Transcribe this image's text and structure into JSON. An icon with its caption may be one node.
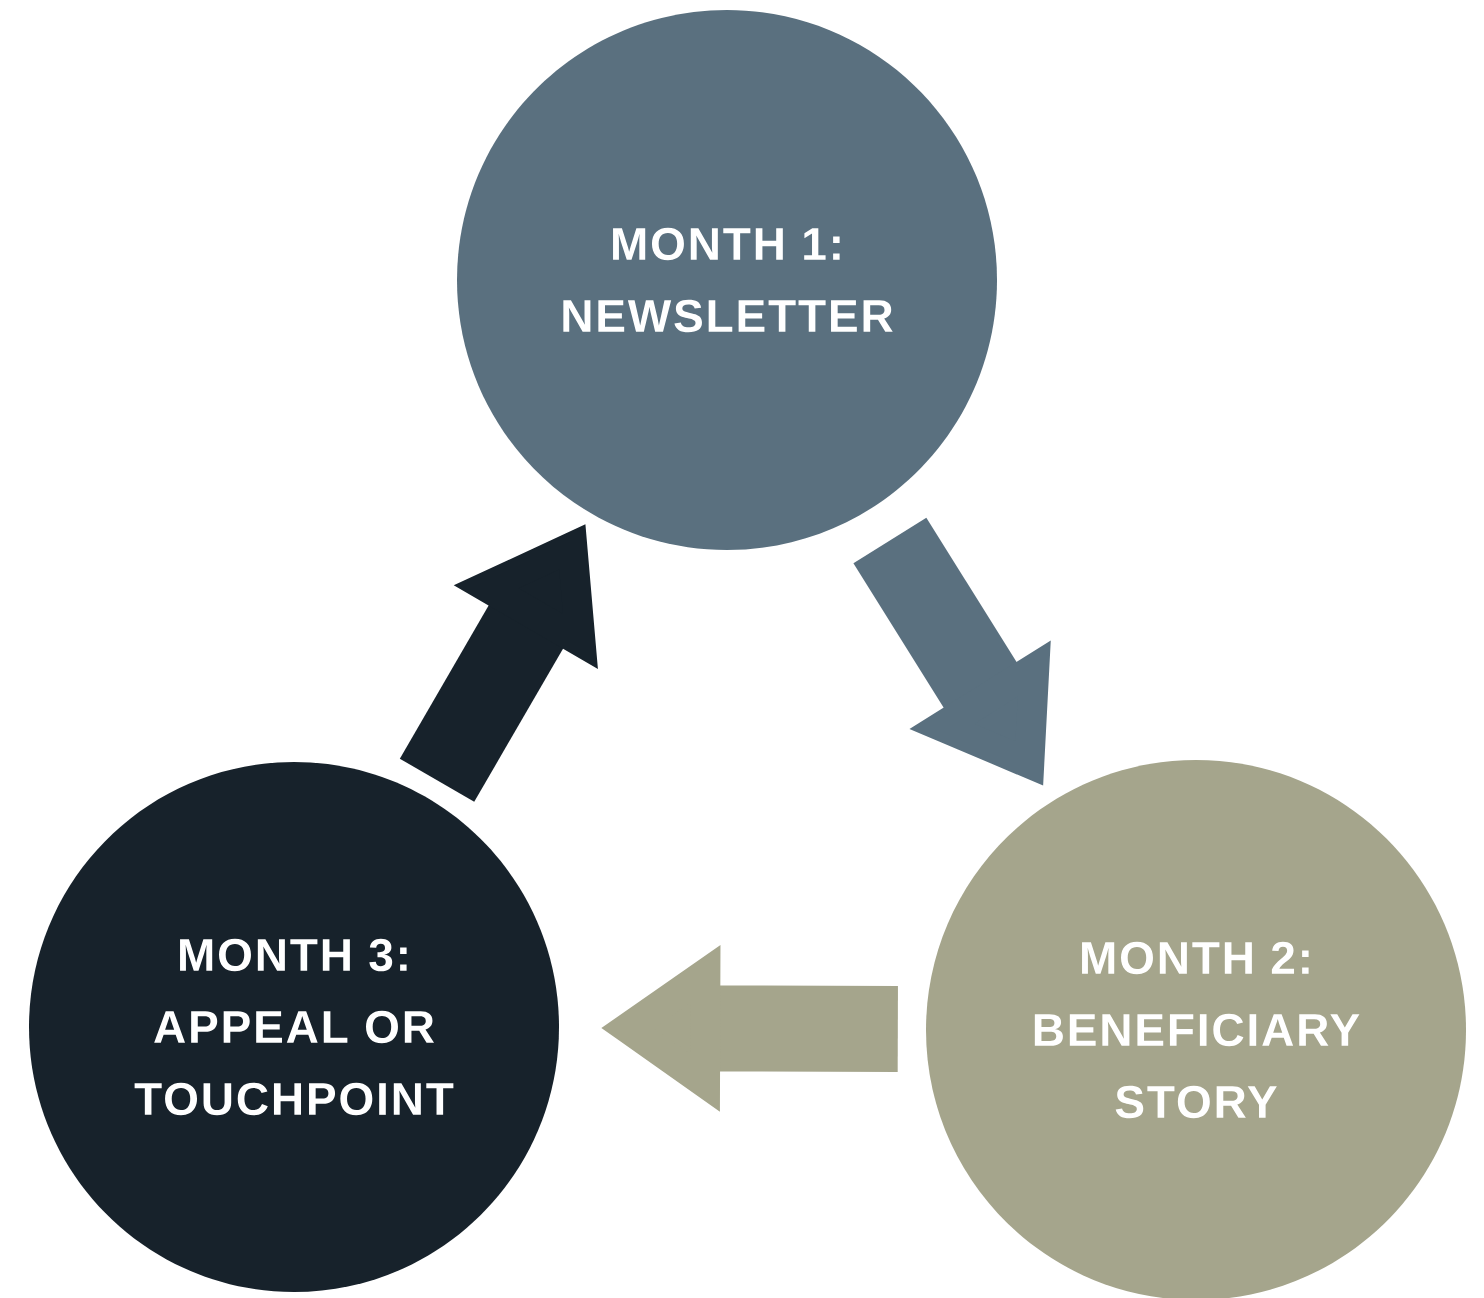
{
  "diagram": {
    "nodes": [
      {
        "text": [
          "MONTH 1:",
          "NEWSLETTER"
        ]
      },
      {
        "text": [
          "MONTH 2:",
          "BENEFICIARY STORY"
        ]
      },
      {
        "text": [
          "MONTH 3:",
          "APPEAL OR TOUCHPOINT"
        ]
      }
    ],
    "edges": [
      {
        "from": 0,
        "to": 1,
        "arrow": "to",
        "color": "#5a707f"
      },
      {
        "from": 1,
        "to": 2,
        "arrow": "to",
        "color": "#a5a58c"
      },
      {
        "from": 2,
        "to": 0,
        "arrow": "to",
        "color": "#17222b"
      }
    ]
  }
}
